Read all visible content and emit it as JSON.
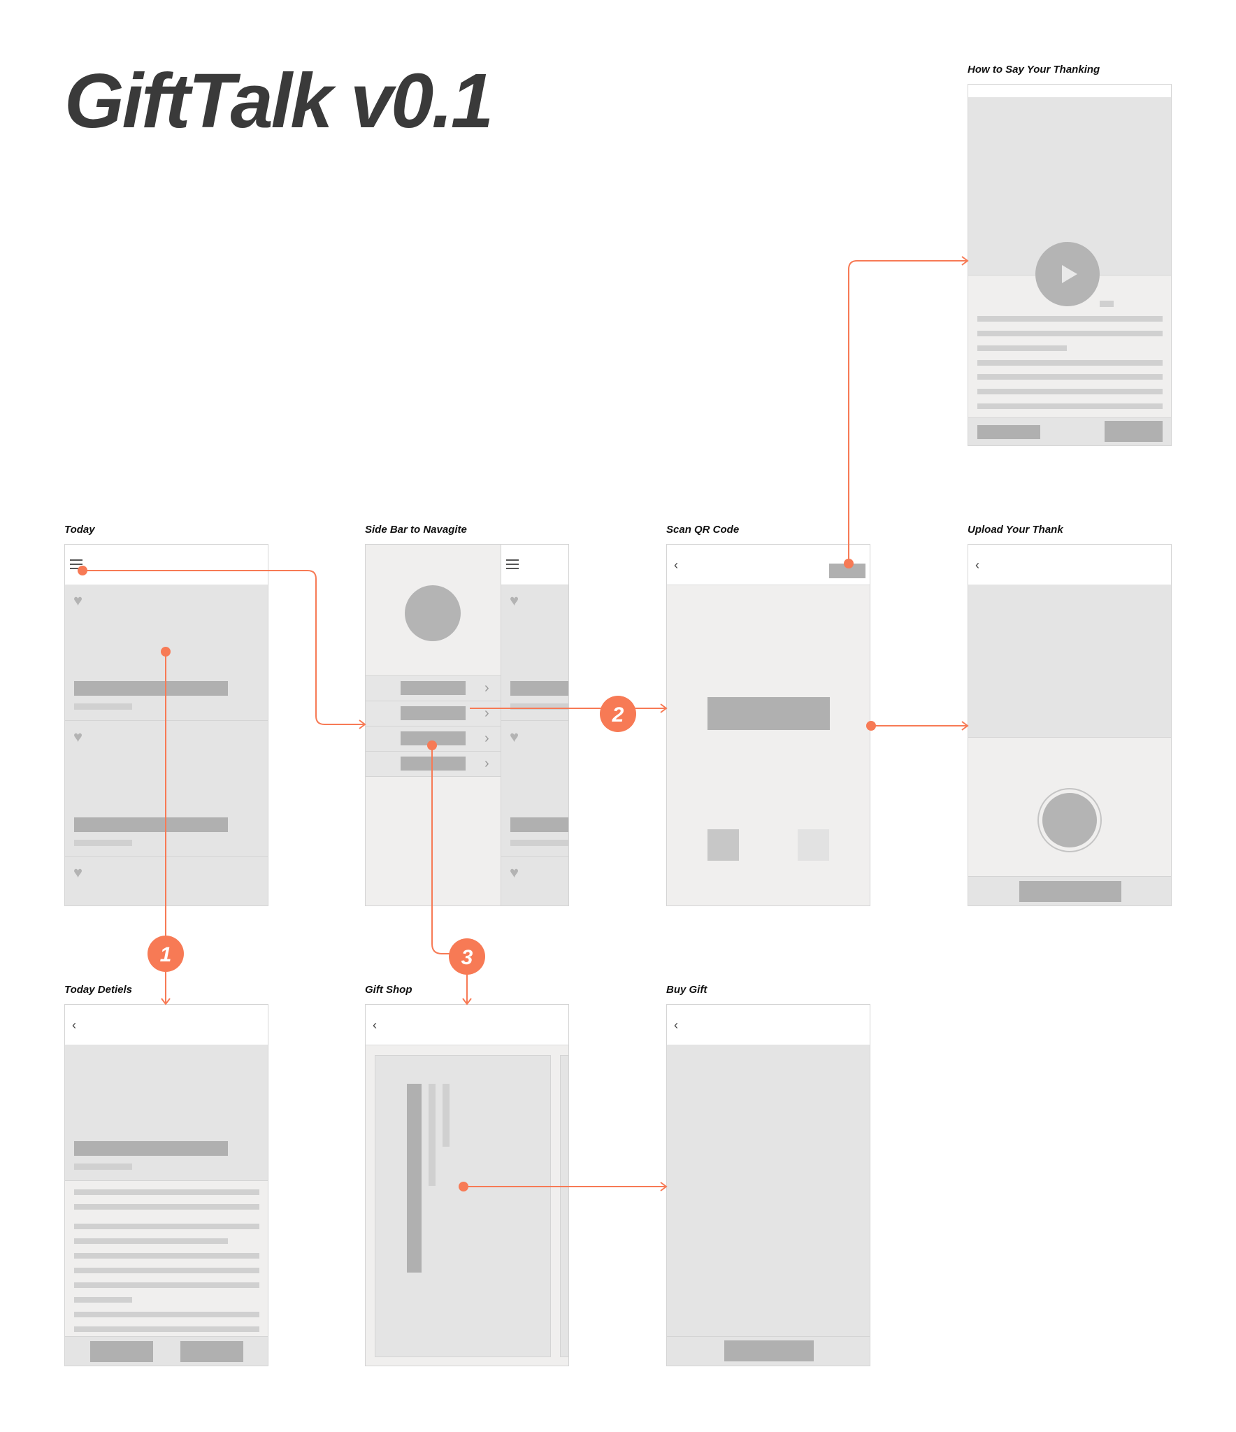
{
  "title": "GiftTalk v0.1",
  "screens": {
    "today": "Today",
    "sidebar": "Side Bar to Navagite",
    "scan": "Scan QR Code",
    "upload": "Upload Your Thank",
    "howto": "How  to Say Your Thanking",
    "details": "Today Detiels",
    "giftshop": "Gift  Shop",
    "buygift": "Buy Gift"
  },
  "steps": [
    "1",
    "2",
    "3"
  ],
  "icons": {
    "menu": "menu-icon",
    "back": "back-arrow-icon",
    "heart": "heart-icon",
    "chevron": "chevron-right-icon",
    "play": "play-icon"
  },
  "colors": {
    "accent": "#f77a55",
    "placeholder_dark": "#b0b0b0",
    "placeholder_light": "#d0d0d0",
    "screen_bg": "#f0efee"
  }
}
